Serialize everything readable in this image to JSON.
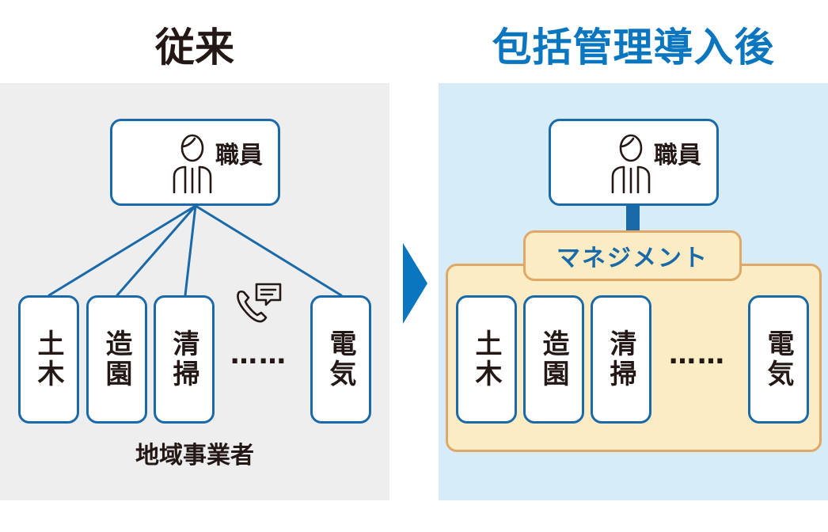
{
  "left": {
    "title": "従来",
    "staff_label": "職員",
    "vendors": [
      "土木",
      "造園",
      "清掃",
      "電気"
    ],
    "ellipsis": "……",
    "caption": "地域事業者"
  },
  "right": {
    "title": "包括管理導入後",
    "staff_label": "職員",
    "management_label": "マネジメント",
    "vendors": [
      "土木",
      "造園",
      "清掃",
      "電気"
    ],
    "ellipsis": "……"
  },
  "colors": {
    "blue": "#1a69a8",
    "title_blue": "#0a76bf",
    "panel_gray": "#eeeeee",
    "panel_light_blue": "#d6ecf8",
    "management_fill": "#fcecc4",
    "management_border": "#e0a866"
  },
  "icons": [
    "person-icon",
    "phone-message-icon",
    "arrow-right-icon"
  ]
}
